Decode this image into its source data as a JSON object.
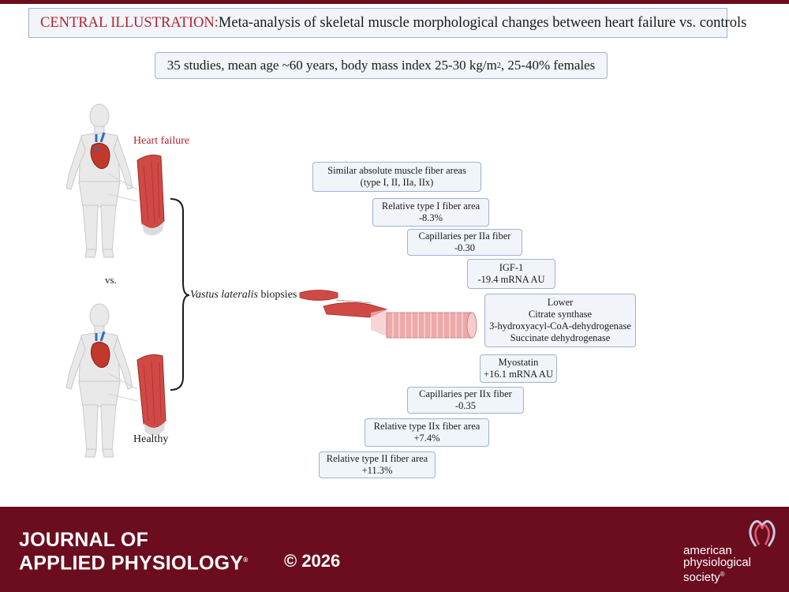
{
  "header": {
    "title_prefix": "CENTRAL ILLUSTRATION:",
    "title_text": " Meta-analysis of skeletal muscle morphological changes between heart failure vs. controls",
    "summary_text": "35 studies, mean age ~60 years, body mass index 25-30 kg/m",
    "summary_sup": "2",
    "summary_tail": ", 25-40% females"
  },
  "diagram": {
    "group_top": "Heart failure",
    "separator": "vs.",
    "group_bottom": "Healthy",
    "biopsy_italic": "Vastus lateralis",
    "biopsy_rest": " biopsies"
  },
  "findings": [
    {
      "line1": "Similar absolute muscle fiber areas",
      "line2": "(type I, II, IIa, IIx)"
    },
    {
      "line1": "Relative type I fiber area",
      "line2": "-8.3%"
    },
    {
      "line1": "Capillaries per IIa fiber",
      "line2": "-0.30"
    },
    {
      "line1": "IGF-1",
      "line2": "-19.4 mRNA AU"
    },
    {
      "line1": "Lower",
      "line2": "Citrate synthase",
      "line3": "3-hydroxyacyl-CoA-dehydrogenase",
      "line4": "Succinate dehydrogenase"
    },
    {
      "line1": "Myostatin",
      "line2": "+16.1 mRNA AU"
    },
    {
      "line1": "Capillaries per IIx fiber",
      "line2": "-0.35"
    },
    {
      "line1": "Relative type IIx fiber area",
      "line2": "+7.4%"
    },
    {
      "line1": "Relative type II fiber area",
      "line2": "+11.3%"
    }
  ],
  "footer": {
    "journal_line1": "JOURNAL OF",
    "journal_line2": "APPLIED PHYSIOLOGY",
    "journal_dot": "®",
    "copyright": "© 2026",
    "society_line1": "american",
    "society_line2": "physiological",
    "society_line3": "society",
    "society_mark": "®"
  },
  "colors": {
    "brand": "#6b0d1e",
    "accent_red": "#b2232f",
    "box_border": "#9fb3cf",
    "box_fill": "#f1f4f9"
  }
}
